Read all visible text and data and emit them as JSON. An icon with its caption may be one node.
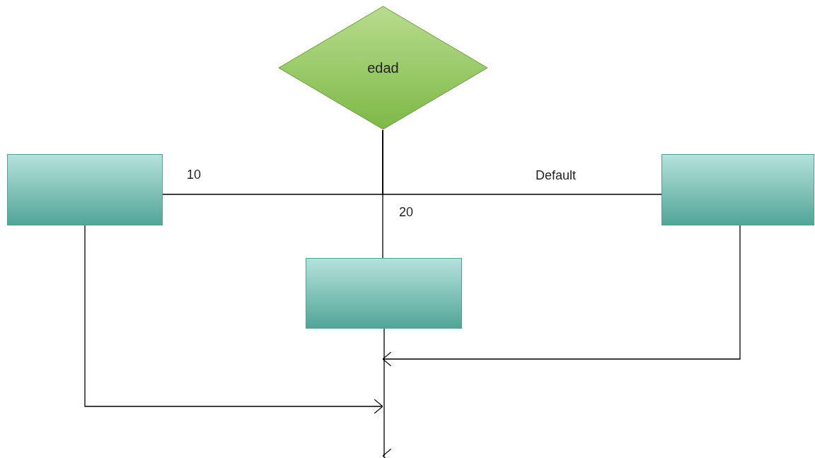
{
  "diagram": {
    "nodes": [
      {
        "text": [
          "edad"
        ]
      },
      {
        "text": [],
        "shape": "box"
      },
      {
        "text": [],
        "shape": "box"
      },
      {
        "text": [],
        "shape": "box"
      }
    ],
    "edges": [
      {
        "from": 0,
        "to": 1,
        "arrow": "none",
        "label": "10"
      },
      {
        "from": 0,
        "to": 2,
        "arrow": "none",
        "label": "20"
      },
      {
        "from": 0,
        "to": 3,
        "arrow": "none",
        "label": "Default"
      },
      {
        "from": 1,
        "to": null,
        "arrow": "to"
      },
      {
        "from": 3,
        "to": null,
        "arrow": "to"
      },
      {
        "from": 2,
        "to": null,
        "arrow": "to"
      }
    ]
  }
}
